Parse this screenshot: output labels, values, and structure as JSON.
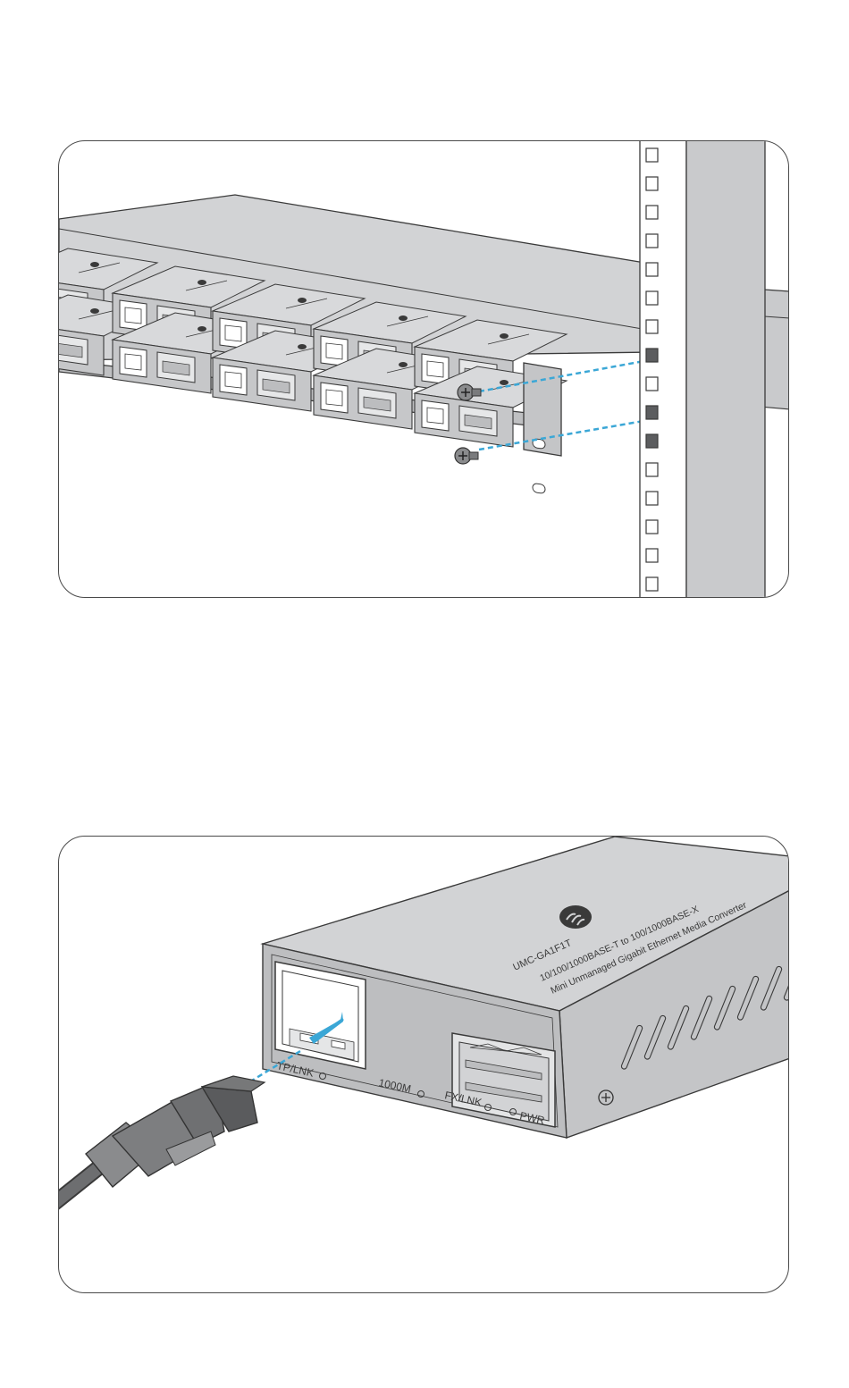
{
  "colors": {
    "device_gray": "#c8c9cb",
    "device_top": "#d2d3d5",
    "outline": "#3a3a3a",
    "guide_line": "#3ba7d6",
    "cable": "#6d6e70"
  },
  "icons": [
    "rack-rail",
    "mounting-screw",
    "rack-bracket",
    "rj45-connector",
    "sfp-cage",
    "brand-logo-icon"
  ],
  "converter": {
    "model": "UMC-GA1F1T",
    "desc_line1": "10/100/1000BASE-T to 100/1000BASE-X",
    "desc_line2": "Mini Unmanaged Gigabit Ethernet Media Converter",
    "led_tp": "TP/LNK",
    "led_1000m": "1000M",
    "led_fx": "FX/LNK",
    "led_pwr": "PWR"
  }
}
